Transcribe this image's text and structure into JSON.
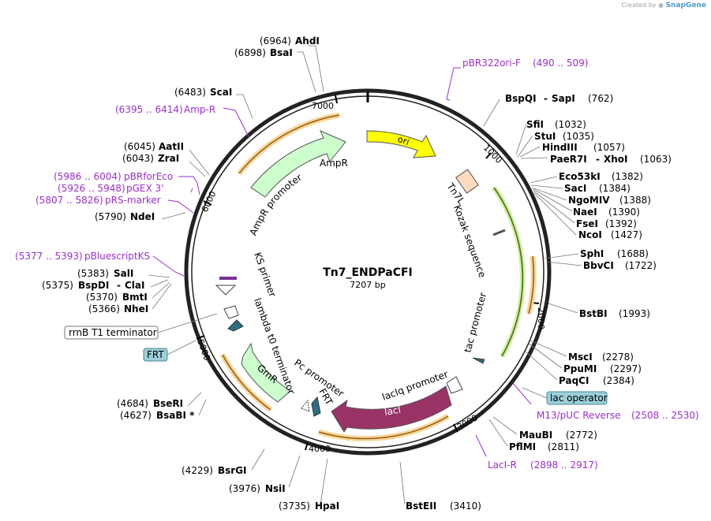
{
  "watermark": {
    "prefix": "Created by",
    "brand": "SnapGene"
  },
  "plasmid": {
    "name": "Tn7_ENDPaCFI",
    "length": "7207 bp"
  },
  "ticks": [
    "1000",
    "2000",
    "3000",
    "4000",
    "5000",
    "6000",
    "7000"
  ],
  "sites": [
    {
      "name": "AhdI",
      "pos": "(6964)"
    },
    {
      "name": "BsaI",
      "pos": "(6898)"
    },
    {
      "name": "ScaI",
      "pos": "(6483)"
    },
    {
      "name": "AatII",
      "pos": "(6045)"
    },
    {
      "name": "ZraI",
      "pos": "(6043)"
    },
    {
      "name": "NdeI",
      "pos": "(5790)"
    },
    {
      "name": "SalI",
      "pos": "(5383)"
    },
    {
      "name": "BspDI",
      "name2": "ClaI",
      "pos": "(5375)"
    },
    {
      "name": "BmtI",
      "pos": "(5370)"
    },
    {
      "name": "NheI",
      "pos": "(5366)"
    },
    {
      "name": "BseRI",
      "pos": "(4684)"
    },
    {
      "name": "BsaBI *",
      "pos": "(4627)"
    },
    {
      "name": "BsrGI",
      "pos": "(4229)"
    },
    {
      "name": "NsiI",
      "pos": "(3976)"
    },
    {
      "name": "HpaI",
      "pos": "(3735)"
    },
    {
      "name": "BstEII",
      "pos": "(3410)"
    },
    {
      "name": "BspQI",
      "name2": "SapI",
      "pos": "(762)"
    },
    {
      "name": "SfiI",
      "pos": "(1032)"
    },
    {
      "name": "StuI",
      "pos": "(1035)"
    },
    {
      "name": "HindIII",
      "pos": "(1057)"
    },
    {
      "name": "PaeR7I",
      "name2": "XhoI",
      "pos": "(1063)"
    },
    {
      "name": "Eco53kI",
      "pos": "(1382)"
    },
    {
      "name": "SacI",
      "pos": "(1384)"
    },
    {
      "name": "NgoMIV",
      "pos": "(1388)"
    },
    {
      "name": "NaeI",
      "pos": "(1390)"
    },
    {
      "name": "FseI",
      "pos": "(1392)"
    },
    {
      "name": "NcoI",
      "pos": "(1427)"
    },
    {
      "name": "SphI",
      "pos": "(1688)"
    },
    {
      "name": "BbvCI",
      "pos": "(1722)"
    },
    {
      "name": "BstBI",
      "pos": "(1993)"
    },
    {
      "name": "MscI",
      "pos": "(2278)"
    },
    {
      "name": "PpuMI",
      "pos": "(2297)"
    },
    {
      "name": "PaqCI",
      "pos": "(2384)"
    },
    {
      "name": "MauBI",
      "pos": "(2772)"
    },
    {
      "name": "PflMI",
      "pos": "(2811)"
    }
  ],
  "primers": [
    {
      "name": "pBR322ori-F",
      "range": "(490 .. 509)"
    },
    {
      "name": "Amp-R",
      "range": "(6395 .. 6414)"
    },
    {
      "name": "pBRforEco",
      "range": "(5986 .. 6004)"
    },
    {
      "name": "pGEX 3'",
      "range": "(5926 .. 5948)"
    },
    {
      "name": "pRS-marker",
      "range": "(5807 .. 5826)"
    },
    {
      "name": "pBluescriptKS",
      "range": "(5377 .. 5393)"
    },
    {
      "name": "M13/pUC Reverse",
      "range": "(2508 .. 2530)"
    },
    {
      "name": "LacI-R",
      "range": "(2898 .. 2917)"
    }
  ],
  "boxed_features": {
    "rrnb": "rrnB T1 terminator",
    "frt_left": "FRT",
    "lac_operator": "lac operator"
  },
  "features": {
    "ori": "ori",
    "ampr": "AmpR",
    "ampr_promoter": "AmpR promoter",
    "tn7l": "Tn7L",
    "kozak": "Kozak sequence",
    "tac": "tac promoter",
    "laciq": "lacIq promoter",
    "laci": "lacI",
    "frt_inner": "FRT",
    "pc": "Pc promoter",
    "gmr": "GmR",
    "lambda": "lambda t0 terminator",
    "ks": "KS primer"
  },
  "colors": {
    "ori": "#ffff00",
    "ampr": "#ccffcc",
    "laci": "#993366",
    "tn7l": "#ffdcbf",
    "primer": "#9a2fd0",
    "orange_arc": "#f0a830",
    "green_arc": "#99cc33",
    "box_blue": "#9ccfd9"
  }
}
